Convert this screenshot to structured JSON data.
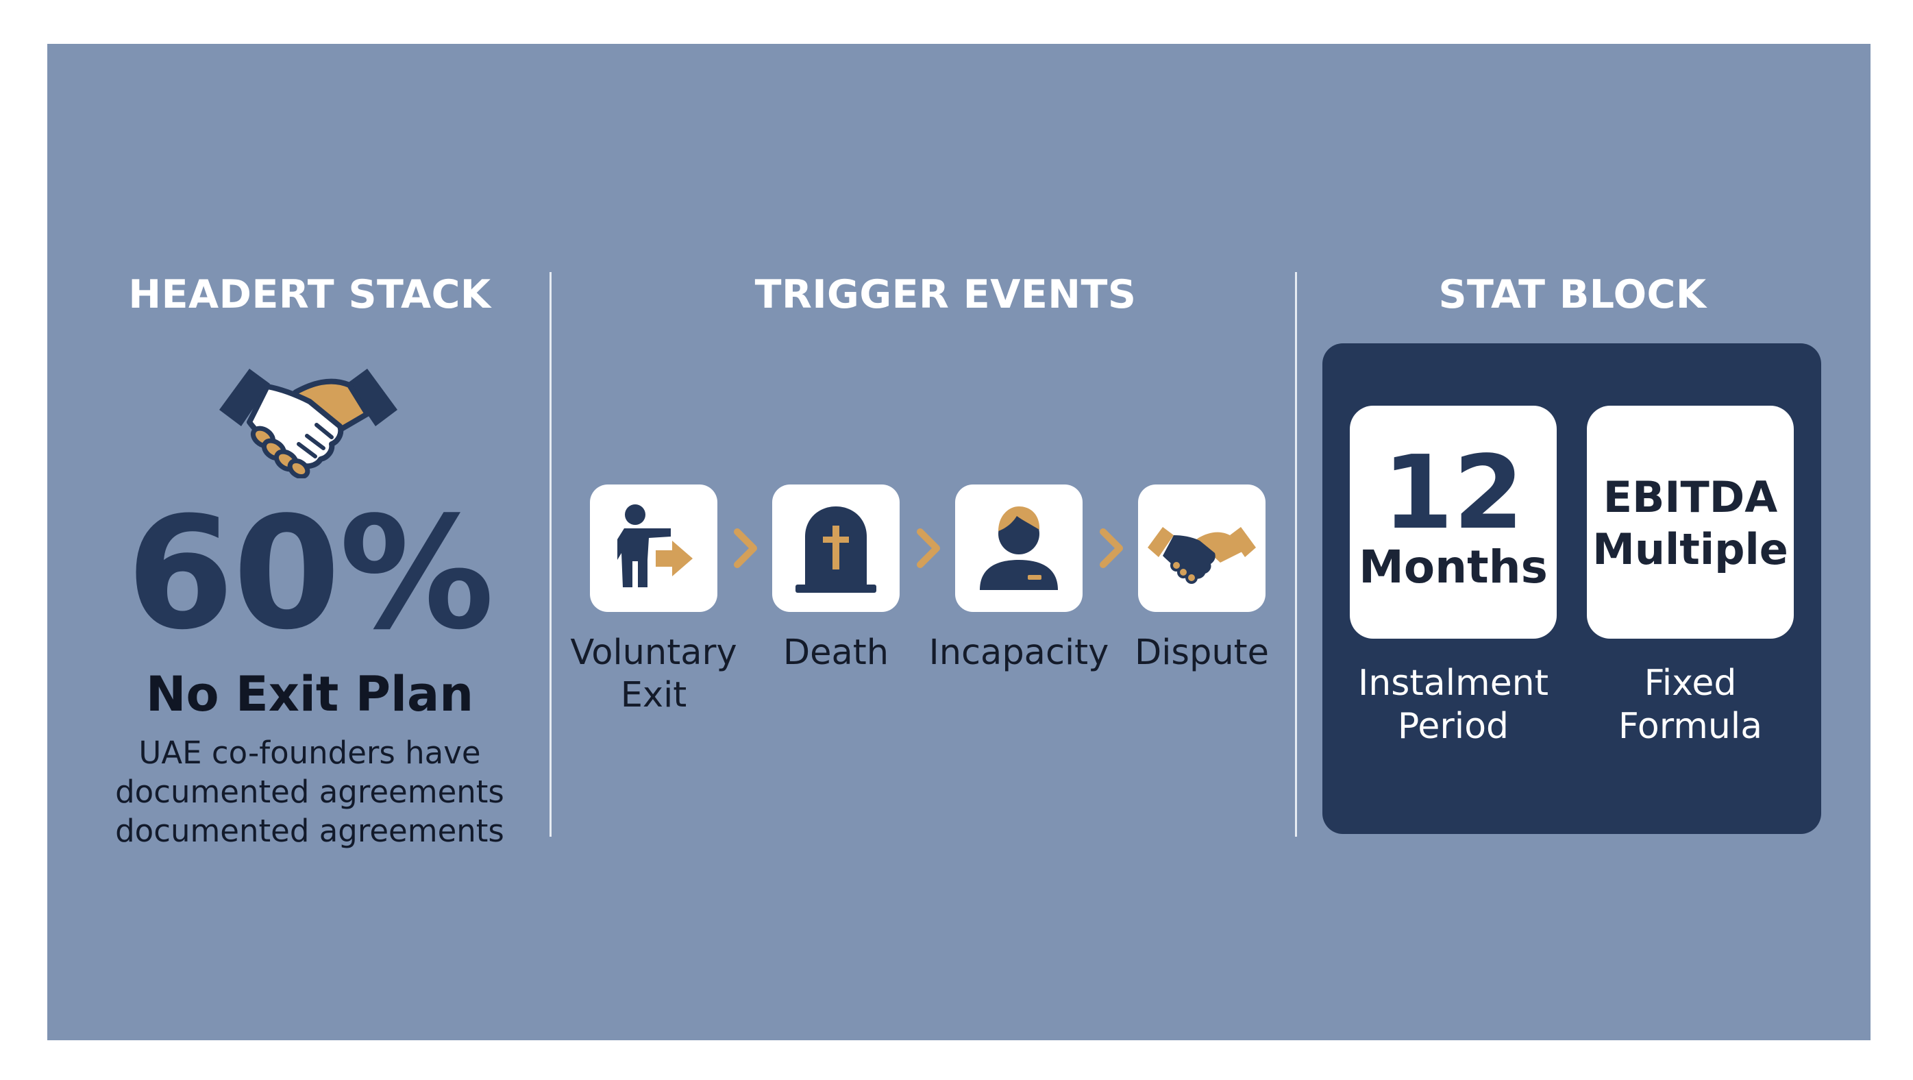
{
  "sections": {
    "left_title": "HEADERT STACK",
    "middle_title": "TRIGGER EVENTS",
    "right_title": "STAT BLOCK"
  },
  "header_stack": {
    "icon": "handshake-icon",
    "stat_value": "60%",
    "stat_label": "No Exit Plan",
    "description_lines": [
      "UAE co-founders have",
      "documented agreements",
      "documented agreements"
    ]
  },
  "trigger_events": {
    "items": [
      {
        "label_lines": [
          "Voluntary",
          "Exit"
        ],
        "icon": "person-exit-icon"
      },
      {
        "label_lines": [
          "Death"
        ],
        "icon": "tombstone-icon"
      },
      {
        "label_lines": [
          "Incapacity"
        ],
        "icon": "person-icon"
      },
      {
        "label_lines": [
          "Dispute"
        ],
        "icon": "handshake-icon"
      }
    ],
    "separator_icon": "chevron-right-icon"
  },
  "stat_block": {
    "cards": [
      {
        "value": "12",
        "unit": "Months",
        "caption_lines": [
          "Instalment",
          "Period"
        ]
      },
      {
        "title_lines": [
          "EBITDA",
          "Multiple"
        ],
        "caption_lines": [
          "Fixed",
          "Formula"
        ]
      }
    ]
  },
  "colors": {
    "panel_background": "#7f93b2",
    "navy": "#253859",
    "accent": "#d4a059",
    "white": "#ffffff"
  }
}
